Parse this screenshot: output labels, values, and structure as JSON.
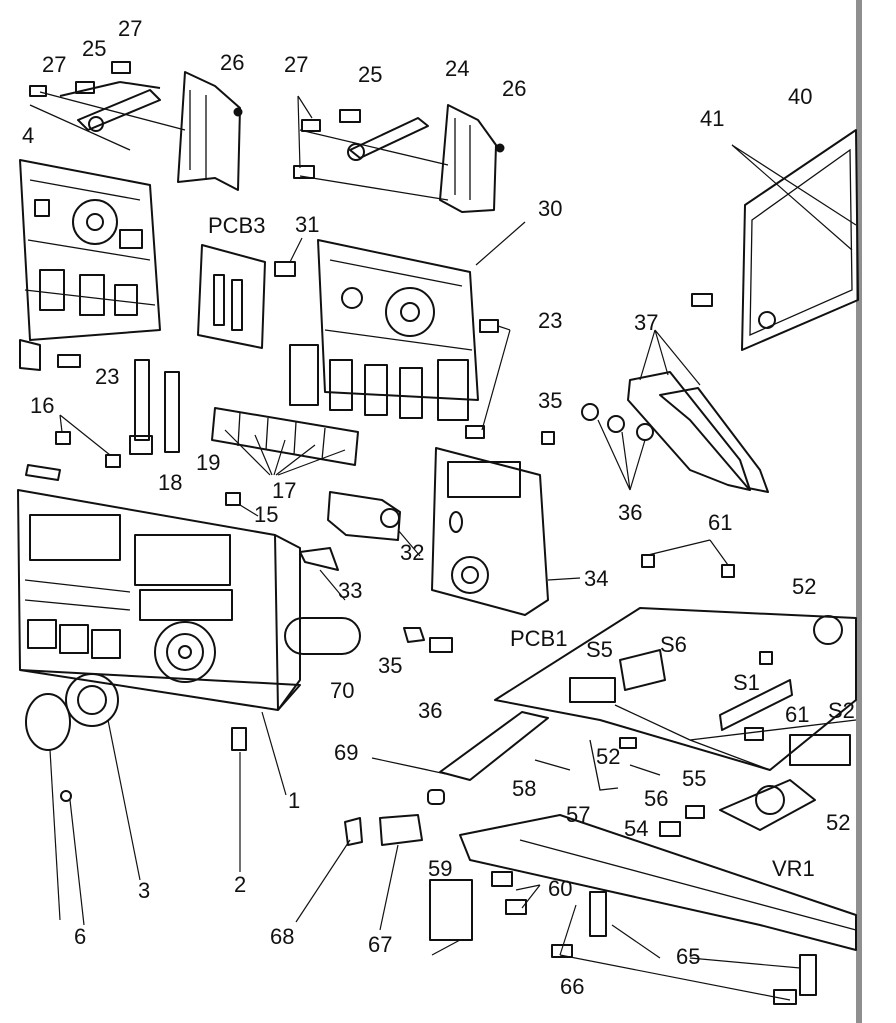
{
  "labels": [
    {
      "key": "27a",
      "text": "27"
    },
    {
      "key": "27b",
      "text": "27"
    },
    {
      "key": "27c",
      "text": "27"
    },
    {
      "key": "25a",
      "text": "25"
    },
    {
      "key": "25b",
      "text": "25"
    },
    {
      "key": "26a",
      "text": "26"
    },
    {
      "key": "26b",
      "text": "26"
    },
    {
      "key": "24",
      "text": "24"
    },
    {
      "key": "4",
      "text": "4"
    },
    {
      "key": "41",
      "text": "41"
    },
    {
      "key": "40",
      "text": "40"
    },
    {
      "key": "pcb3",
      "text": "PCB3"
    },
    {
      "key": "31",
      "text": "31"
    },
    {
      "key": "30",
      "text": "30"
    },
    {
      "key": "23a",
      "text": "23"
    },
    {
      "key": "23b",
      "text": "23"
    },
    {
      "key": "37",
      "text": "37"
    },
    {
      "key": "16",
      "text": "16"
    },
    {
      "key": "35a",
      "text": "35"
    },
    {
      "key": "18",
      "text": "18"
    },
    {
      "key": "19",
      "text": "19"
    },
    {
      "key": "17",
      "text": "17"
    },
    {
      "key": "36a",
      "text": "36"
    },
    {
      "key": "15",
      "text": "15"
    },
    {
      "key": "61a",
      "text": "61"
    },
    {
      "key": "32",
      "text": "32"
    },
    {
      "key": "52a",
      "text": "52"
    },
    {
      "key": "33",
      "text": "33"
    },
    {
      "key": "34",
      "text": "34"
    },
    {
      "key": "pcb1",
      "text": "PCB1"
    },
    {
      "key": "s5",
      "text": "S5"
    },
    {
      "key": "s6",
      "text": "S6"
    },
    {
      "key": "s1",
      "text": "S1"
    },
    {
      "key": "s2",
      "text": "S2"
    },
    {
      "key": "35b",
      "text": "35"
    },
    {
      "key": "70",
      "text": "70"
    },
    {
      "key": "61b",
      "text": "61"
    },
    {
      "key": "36b",
      "text": "36"
    },
    {
      "key": "69",
      "text": "69"
    },
    {
      "key": "52b",
      "text": "52"
    },
    {
      "key": "58",
      "text": "58"
    },
    {
      "key": "55",
      "text": "55"
    },
    {
      "key": "57",
      "text": "57"
    },
    {
      "key": "56",
      "text": "56"
    },
    {
      "key": "54",
      "text": "54"
    },
    {
      "key": "52c",
      "text": "52"
    },
    {
      "key": "vr1",
      "text": "VR1"
    },
    {
      "key": "1",
      "text": "1"
    },
    {
      "key": "2",
      "text": "2"
    },
    {
      "key": "3",
      "text": "3"
    },
    {
      "key": "6",
      "text": "6"
    },
    {
      "key": "59",
      "text": "59"
    },
    {
      "key": "60",
      "text": "60"
    },
    {
      "key": "68",
      "text": "68"
    },
    {
      "key": "67",
      "text": "67"
    },
    {
      "key": "65",
      "text": "65"
    },
    {
      "key": "66",
      "text": "66"
    }
  ]
}
